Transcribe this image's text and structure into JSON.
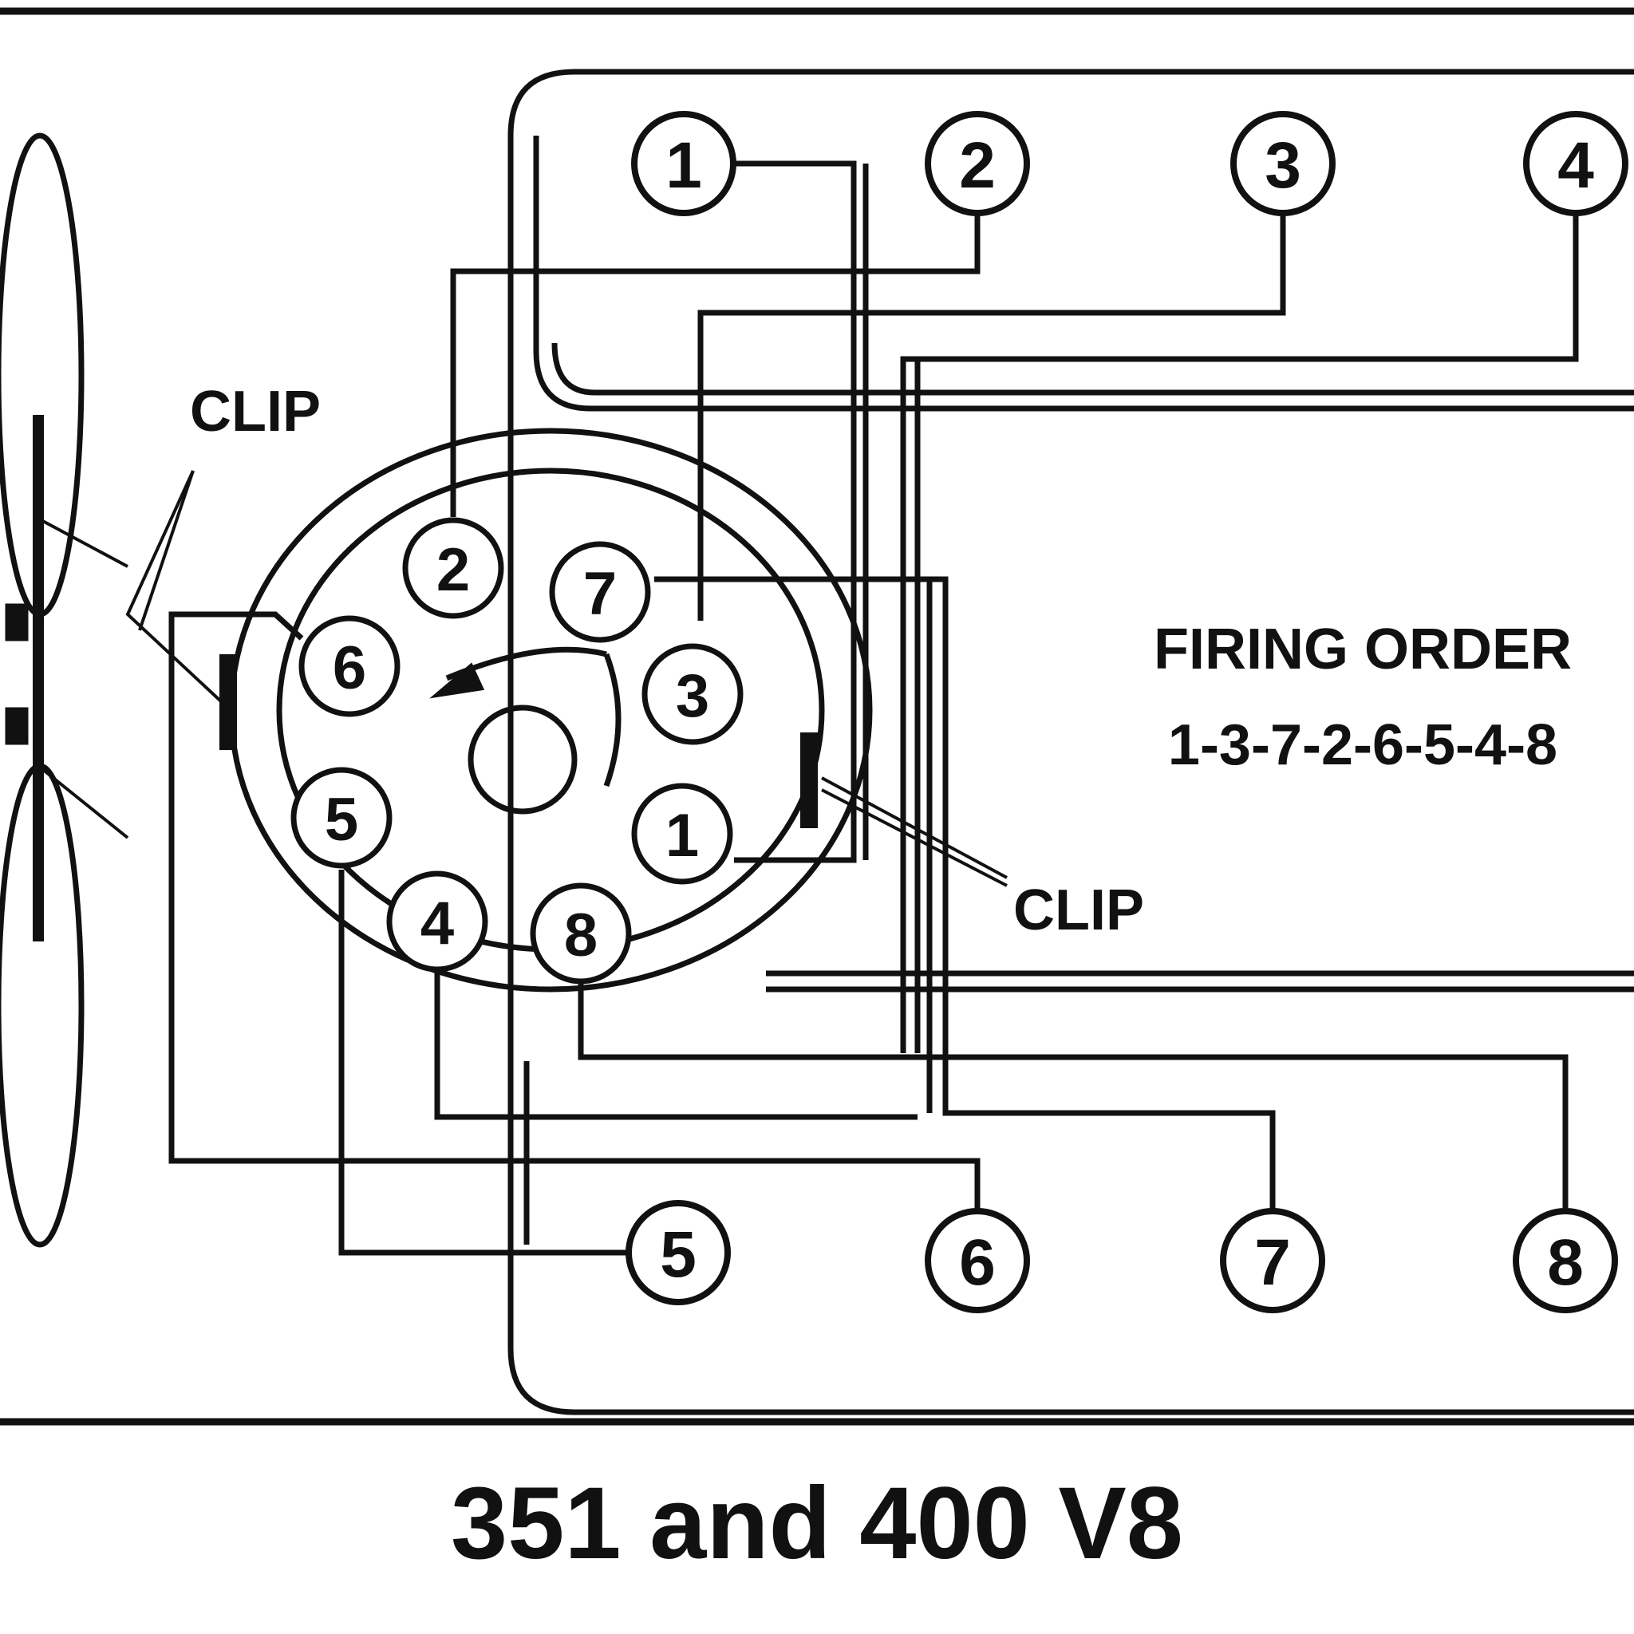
{
  "caption": "351 and 400 V8",
  "firing_order": {
    "title": "FIRING ORDER",
    "sequence": "1-3-7-2-6-5-4-8"
  },
  "clip_labels": {
    "left": "CLIP",
    "right": "CLIP"
  },
  "cylinders": {
    "top_row": [
      "1",
      "2",
      "3",
      "4"
    ],
    "bottom_row": [
      "5",
      "6",
      "7",
      "8"
    ]
  },
  "distributor_terminals": [
    "2",
    "7",
    "6",
    "3",
    "5",
    "1",
    "4",
    "8"
  ],
  "colors": {
    "ink": "#111111",
    "background": "#ffffff"
  }
}
